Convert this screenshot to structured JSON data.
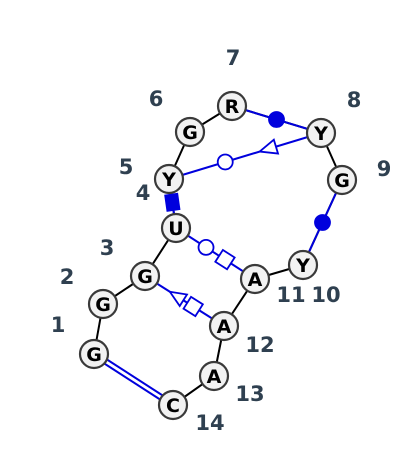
{
  "colors": {
    "interaction": "#0000dd",
    "backbone": "#000000",
    "node_fill": "#f2f2f2",
    "node_stroke": "#3a3a3a",
    "label": "#2f4050"
  },
  "nucleotides": [
    {
      "pos": "1",
      "base": "G"
    },
    {
      "pos": "2",
      "base": "G"
    },
    {
      "pos": "3",
      "base": "G"
    },
    {
      "pos": "4",
      "base": "U"
    },
    {
      "pos": "5",
      "base": "Y"
    },
    {
      "pos": "6",
      "base": "G"
    },
    {
      "pos": "7",
      "base": "R"
    },
    {
      "pos": "8",
      "base": "Y"
    },
    {
      "pos": "9",
      "base": "G"
    },
    {
      "pos": "10",
      "base": "Y"
    },
    {
      "pos": "11",
      "base": "A"
    },
    {
      "pos": "12",
      "base": "A"
    },
    {
      "pos": "13",
      "base": "A"
    },
    {
      "pos": "14",
      "base": "C"
    }
  ],
  "interactions": [
    {
      "from": "1",
      "to": "14",
      "type": "cWW"
    },
    {
      "from": "3",
      "to": "12",
      "type": "tHS"
    },
    {
      "from": "4",
      "to": "11",
      "type": "tWH"
    },
    {
      "from": "5",
      "to": "8",
      "type": "tWS"
    },
    {
      "from": "4",
      "to": "5",
      "type": "stack"
    },
    {
      "from": "7",
      "to": "8",
      "type": "stack"
    },
    {
      "from": "9",
      "to": "10",
      "type": "stack"
    }
  ]
}
